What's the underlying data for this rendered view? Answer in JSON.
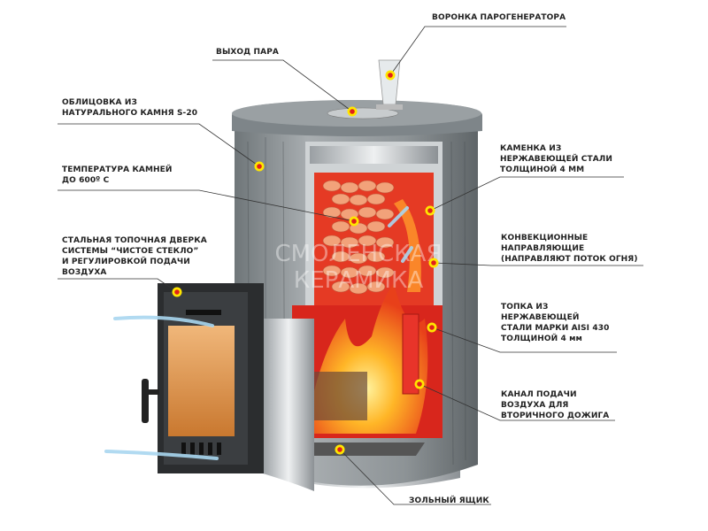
{
  "labels": {
    "funnel": [
      "ВОРОНКА ПАРОГЕНЕРАТОРА"
    ],
    "steam_outlet": [
      "ВЫХОД ПАРА"
    ],
    "stone_cladding": [
      "ОБЛИЦОВКА ИЗ",
      "НАТУРАЛЬНОГО КАМНЯ S-20"
    ],
    "stone_temp": [
      "ТЕМПЕРАТУРА КАМНЕЙ",
      "ДО 600º С"
    ],
    "door": [
      "СТАЛЬНАЯ ТОПОЧНАЯ ДВЕРКА",
      "СИСТЕМЫ “ЧИСТОЕ СТЕКЛО”",
      "И РЕГУЛИРОВКОЙ ПОДАЧИ",
      "ВОЗДУХА"
    ],
    "heater": [
      "КАМЕНКА ИЗ",
      "НЕРЖАВЕЮЩЕЙ СТАЛИ",
      "ТОЛЩИНОЙ 4 ММ"
    ],
    "convection": [
      "КОНВЕКЦИОННЫЕ",
      "НАПРАВЛЯЮЩИЕ",
      "(НАПРАВЛЯЮТ ПОТОК ОГНЯ)"
    ],
    "firebox": [
      "ТОПКА ИЗ",
      "НЕРЖАВЕЮЩЕЙ",
      "СТАЛИ МАРКИ AISI 430",
      "ТОЛЩИНОЙ 4 мм"
    ],
    "air_channel": [
      "КАНАЛ ПОДАЧИ",
      "ВОЗДУХА ДЛЯ",
      "ВТОРИЧНОГО ДОЖИГА"
    ],
    "ash_box": [
      "ЗОЛЬНЫЙ ЯЩИК"
    ]
  },
  "watermark": [
    "СМОЛЕНСКАЯ",
    "КЕРАМИКА"
  ],
  "colors": {
    "marker_outer": "#ffe600",
    "marker_inner": "#e0201b",
    "stone": "#8e9497",
    "fire": "#f26a1b",
    "firebox_red": "#d8261c",
    "text": "#222222"
  }
}
